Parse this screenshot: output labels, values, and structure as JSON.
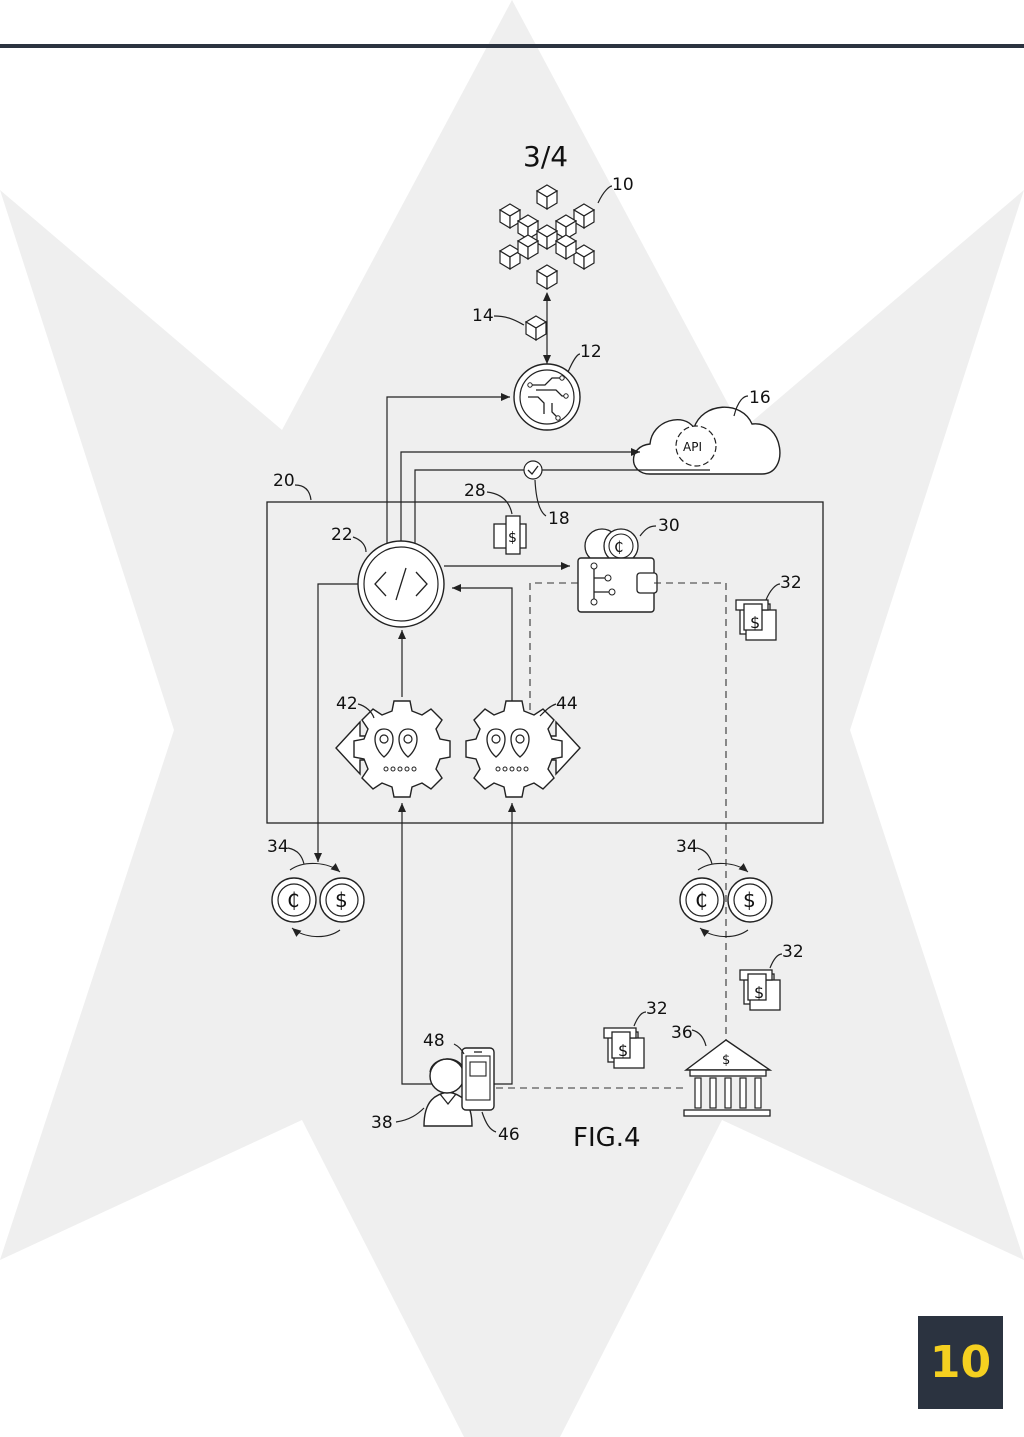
{
  "page": {
    "sheet_number": "3/4",
    "figure_label": "FIG.4",
    "page_badge": "10"
  },
  "colors": {
    "topbar": "#2b3340",
    "badge_bg": "#2b3340",
    "badge_text": "#f5d020",
    "watermark": "#efefef"
  },
  "refs": {
    "r10": "10",
    "r12": "12",
    "r14": "14",
    "r16": "16",
    "r18": "18",
    "r20": "20",
    "r22": "22",
    "r28": "28",
    "r30": "30",
    "r32a": "32",
    "r32b": "32",
    "r32c": "32",
    "r34a": "34",
    "r34b": "34",
    "r36": "36",
    "r38": "38",
    "r42": "42",
    "r44": "44",
    "r46": "46",
    "r48": "48"
  },
  "icons": {
    "cloud_text": "API",
    "dollar": "$",
    "cent": "₵"
  }
}
